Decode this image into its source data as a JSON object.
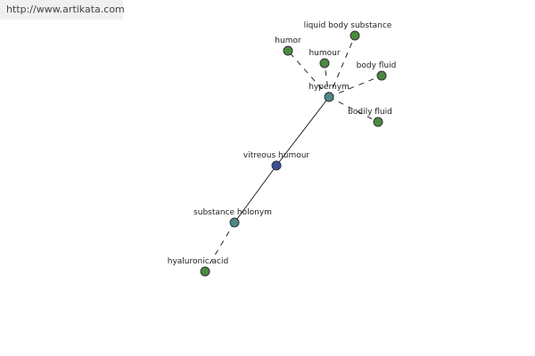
{
  "watermark": {
    "text": "http://www.artikata.com"
  },
  "colors": {
    "center_node": "#3a4f9a",
    "relation_node": "#4f8a8a",
    "leaf_node": "#4a8a40",
    "edge": "#222222"
  },
  "graph": {
    "nodes": [
      {
        "id": "vitreous-humour",
        "label": "vitreous humour",
        "kind": "center"
      },
      {
        "id": "hypernym",
        "label": "hypernym",
        "kind": "relation"
      },
      {
        "id": "substance-holonym",
        "label": "substance holonym",
        "kind": "relation"
      },
      {
        "id": "liquid-body-substance",
        "label": "liquid body substance",
        "kind": "leaf"
      },
      {
        "id": "humor",
        "label": "humor",
        "kind": "leaf"
      },
      {
        "id": "humour",
        "label": "humour",
        "kind": "leaf"
      },
      {
        "id": "body-fluid",
        "label": "body fluid",
        "kind": "leaf"
      },
      {
        "id": "bodily-fluid",
        "label": "bodily fluid",
        "kind": "leaf"
      },
      {
        "id": "hyaluronic-acid",
        "label": "hyaluronic acid",
        "kind": "leaf"
      }
    ],
    "edges": [
      {
        "from": "vitreous-humour",
        "to": "hypernym",
        "style": "solid"
      },
      {
        "from": "vitreous-humour",
        "to": "substance-holonym",
        "style": "solid"
      },
      {
        "from": "hypernym",
        "to": "liquid-body-substance",
        "style": "dashed"
      },
      {
        "from": "hypernym",
        "to": "humor",
        "style": "dashed"
      },
      {
        "from": "hypernym",
        "to": "humour",
        "style": "dashed"
      },
      {
        "from": "hypernym",
        "to": "body-fluid",
        "style": "dashed"
      },
      {
        "from": "hypernym",
        "to": "bodily-fluid",
        "style": "dashed"
      },
      {
        "from": "substance-holonym",
        "to": "hyaluronic-acid",
        "style": "dashed"
      }
    ]
  }
}
